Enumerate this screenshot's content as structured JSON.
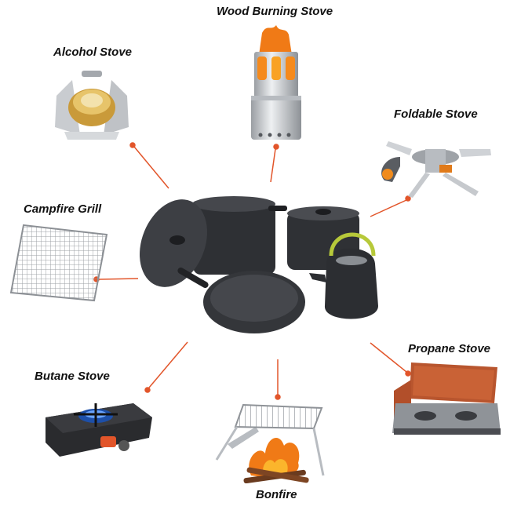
{
  "labels": {
    "wood_burning_stove": "Wood Burning Stove",
    "alcohol_stove": "Alcohol Stove",
    "foldable_stove": "Foldable Stove",
    "campfire_grill": "Campfire Grill",
    "propane_stove": "Propane Stove",
    "butane_stove": "Butane Stove",
    "bonfire": "Bonfire"
  },
  "colors": {
    "connector": "#e2552a",
    "text": "#111111",
    "cookware": "#3b3d41",
    "flame": "#f28a1e"
  }
}
